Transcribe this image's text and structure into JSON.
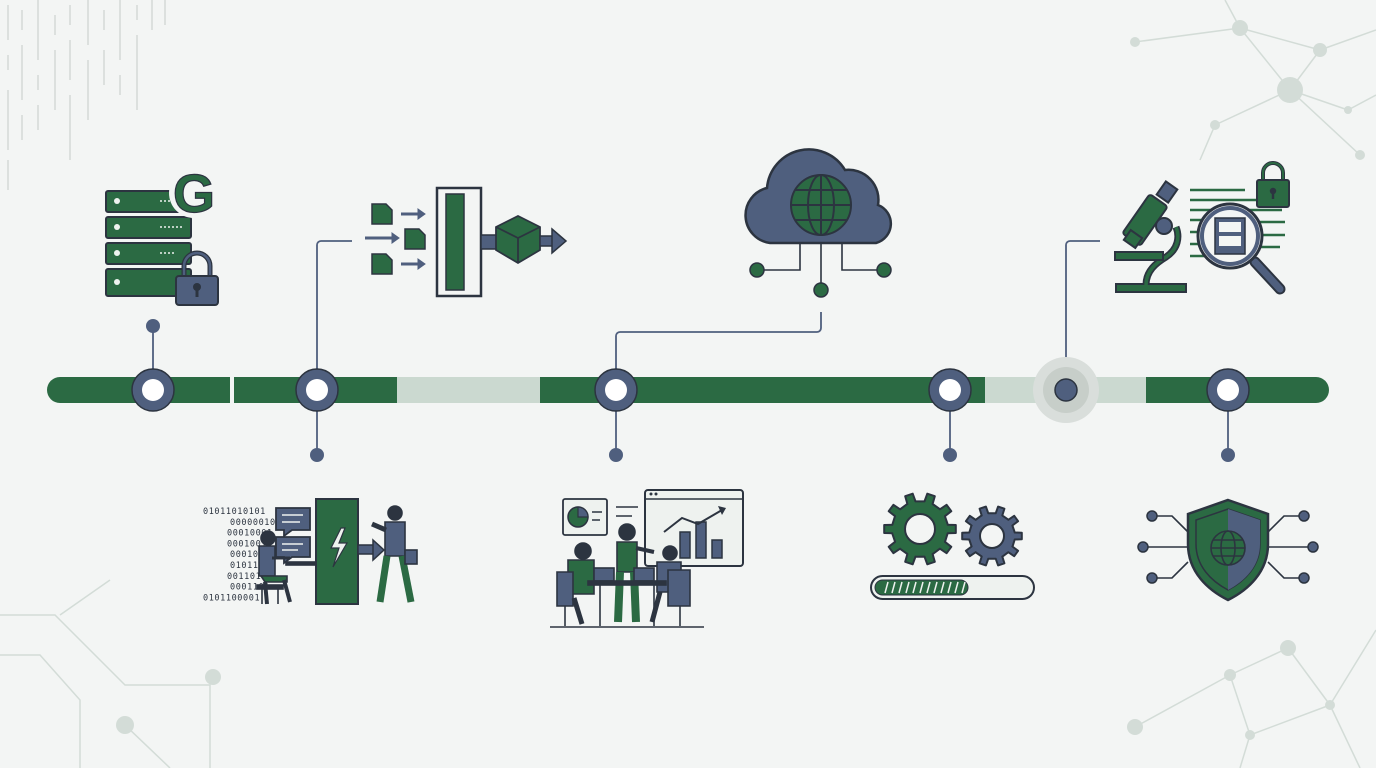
{
  "colors": {
    "green": "#2b6a43",
    "green_light": "#cbd9d0",
    "slate": "#4f5f7e",
    "outline": "#2c3440",
    "paper": "#eef2ef",
    "network": "#d3dcd7",
    "background": "#f3f5f4"
  },
  "timeline": {
    "segments": [
      {
        "state": "complete"
      },
      {
        "state": "complete"
      },
      {
        "state": "pending"
      },
      {
        "state": "complete"
      },
      {
        "state": "pending"
      },
      {
        "state": "complete"
      }
    ],
    "milestones": [
      {
        "icon": "server-security-icon",
        "state": "complete"
      },
      {
        "icon": "data-pipeline-icon",
        "state": "complete"
      },
      {
        "icon": "cloud-network-icon",
        "state": "complete"
      },
      {
        "icon": "gears-progress-icon",
        "state": "complete"
      },
      {
        "icon": "research-lab-icon",
        "state": "active"
      },
      {
        "icon": "shield-globe-icon",
        "state": "complete"
      }
    ]
  },
  "illustrations": {
    "server_badge_letter": "G",
    "binary_stream": [
      "01011010101",
      "000000101",
      "00010001",
      "000100101",
      "00010101",
      "0101110",
      "00110101",
      "0001101",
      "0101100001"
    ],
    "loading_bar_progress": 0.6
  }
}
